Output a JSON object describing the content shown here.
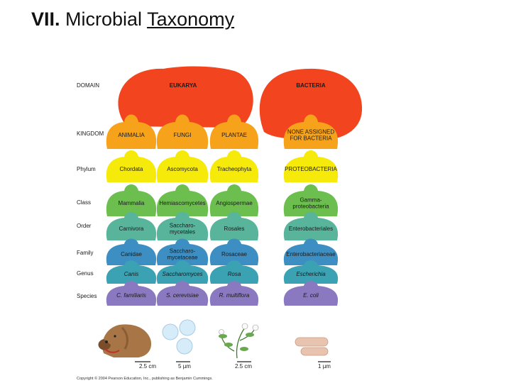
{
  "title": {
    "bold": "VII.",
    "plain": "Microbial",
    "underlined": "Taxonomy"
  },
  "row_labels": [
    "DOMAIN",
    "KINGDOM",
    "Phylum",
    "Class",
    "Order",
    "Family",
    "Genus",
    "Species"
  ],
  "domains": {
    "eukarya": "EUKARYA",
    "bacteria": "BACTERIA"
  },
  "columns": [
    {
      "kingdom": "ANIMALIA",
      "phylum": "Chordata",
      "class": "Mammalia",
      "order": "Carnivora",
      "family": "Canidae",
      "genus": "Canis",
      "species": "C. familiaris"
    },
    {
      "kingdom": "FUNGI",
      "phylum": "Ascomycota",
      "class": "Hemiascomycetes",
      "order": "Saccharo-\nmycetales",
      "family": "Saccharo-\nmycetaceae",
      "genus": "Saccharomyces",
      "species": "S. cerevisiae"
    },
    {
      "kingdom": "PLANTAE",
      "phylum": "Tracheophyta",
      "class": "Angiospermae",
      "order": "Rosales",
      "family": "Rosaceae",
      "genus": "Rosa",
      "species": "R. multiflora"
    },
    {
      "kingdom": "NONE ASSIGNED\nFOR BACTERIA",
      "phylum": "PROTEOBACTERIA",
      "class": "Gamma-\nproteobacteria",
      "order": "Enterobacteriales",
      "family": "Enterobacteriaceae",
      "genus": "Escherichia",
      "species": "E. coli"
    }
  ],
  "scale_bars": [
    "2.5 cm",
    "5 µm",
    "2.5 cm",
    "1 µm"
  ],
  "copyright": "Copyright © 2004 Pearson Education, Inc., publishing as Benjamin Cummings.",
  "colors": {
    "domain": "#f2451f",
    "kingdom": "#f7a21b",
    "phylum": "#f6ea0a",
    "class": "#6cbf4e",
    "order": "#58b59c",
    "family": "#3d8fc3",
    "genus": "#3aa2b2",
    "species": "#8a79c1"
  }
}
